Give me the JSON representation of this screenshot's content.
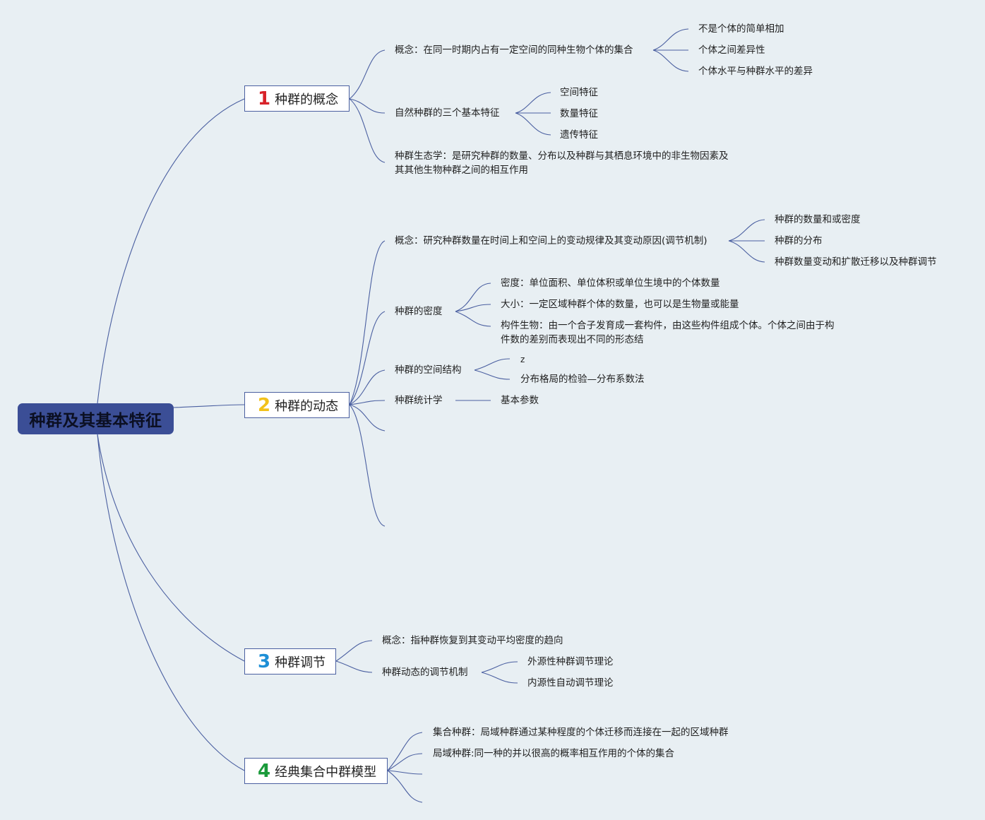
{
  "root": {
    "label": "种群及其基本特征",
    "color": "#3b4e96"
  },
  "branches": [
    {
      "number": "1",
      "number_color": "#d8232a",
      "label": "种群的概念",
      "items": [
        {
          "text": "概念：在同一时期内占有一定空间的同种生物个体的集合",
          "children": [
            "不是个体的简单相加",
            "个体之间差异性",
            "个体水平与种群水平的差异"
          ]
        },
        {
          "text": "自然种群的三个基本特征",
          "children": [
            "空间特征",
            "数量特征",
            "遗传特征"
          ]
        },
        {
          "text_lines": [
            "种群生态学：是研究种群的数量、分布以及种群与其栖息环境中的非生物因素及",
            "其其他生物种群之间的相互作用"
          ]
        }
      ]
    },
    {
      "number": "2",
      "number_color": "#f2c11a",
      "label": "种群的动态",
      "items": [
        {
          "text": "概念：研究种群数量在时间上和空间上的变动规律及其变动原因(调节机制)",
          "children": [
            "种群的数量和或密度",
            "种群的分布",
            "种群数量变动和扩散迁移以及种群调节"
          ]
        },
        {
          "text": "种群的密度",
          "children": [
            "密度：单位面积、单位体积或单位生境中的个体数量",
            "大小：一定区域种群个体的数量，也可以是生物量或能量"
          ],
          "child_lines": [
            "构件生物：由一个合子发育成一套构件，由这些构件组成个体。个体之间由于构",
            "件数的差别而表现出不同的形态结"
          ]
        },
        {
          "text": "种群的空间结构",
          "children": [
            "z",
            "分布格局的检验—分布系数法"
          ]
        },
        {
          "text": "种群统计学",
          "children": [
            "基本参数"
          ]
        }
      ]
    },
    {
      "number": "3",
      "number_color": "#1e8fd6",
      "label": "种群调节",
      "items": [
        {
          "text": "概念：指种群恢复到其变动平均密度的趋向"
        },
        {
          "text": "种群动态的调节机制",
          "children": [
            "外源性种群调节理论",
            "内源性自动调节理论"
          ]
        }
      ]
    },
    {
      "number": "4",
      "number_color": "#1a9a3a",
      "label": "经典集合中群模型",
      "items": [
        {
          "text": "集合种群：局域种群通过某种程度的个体迁移而连接在一起的区域种群"
        },
        {
          "text": "局域种群:同一种的并以很高的概率相互作用的个体的集合"
        }
      ]
    }
  ],
  "line_color": "#4a5fa0",
  "background": "#e8eff3"
}
